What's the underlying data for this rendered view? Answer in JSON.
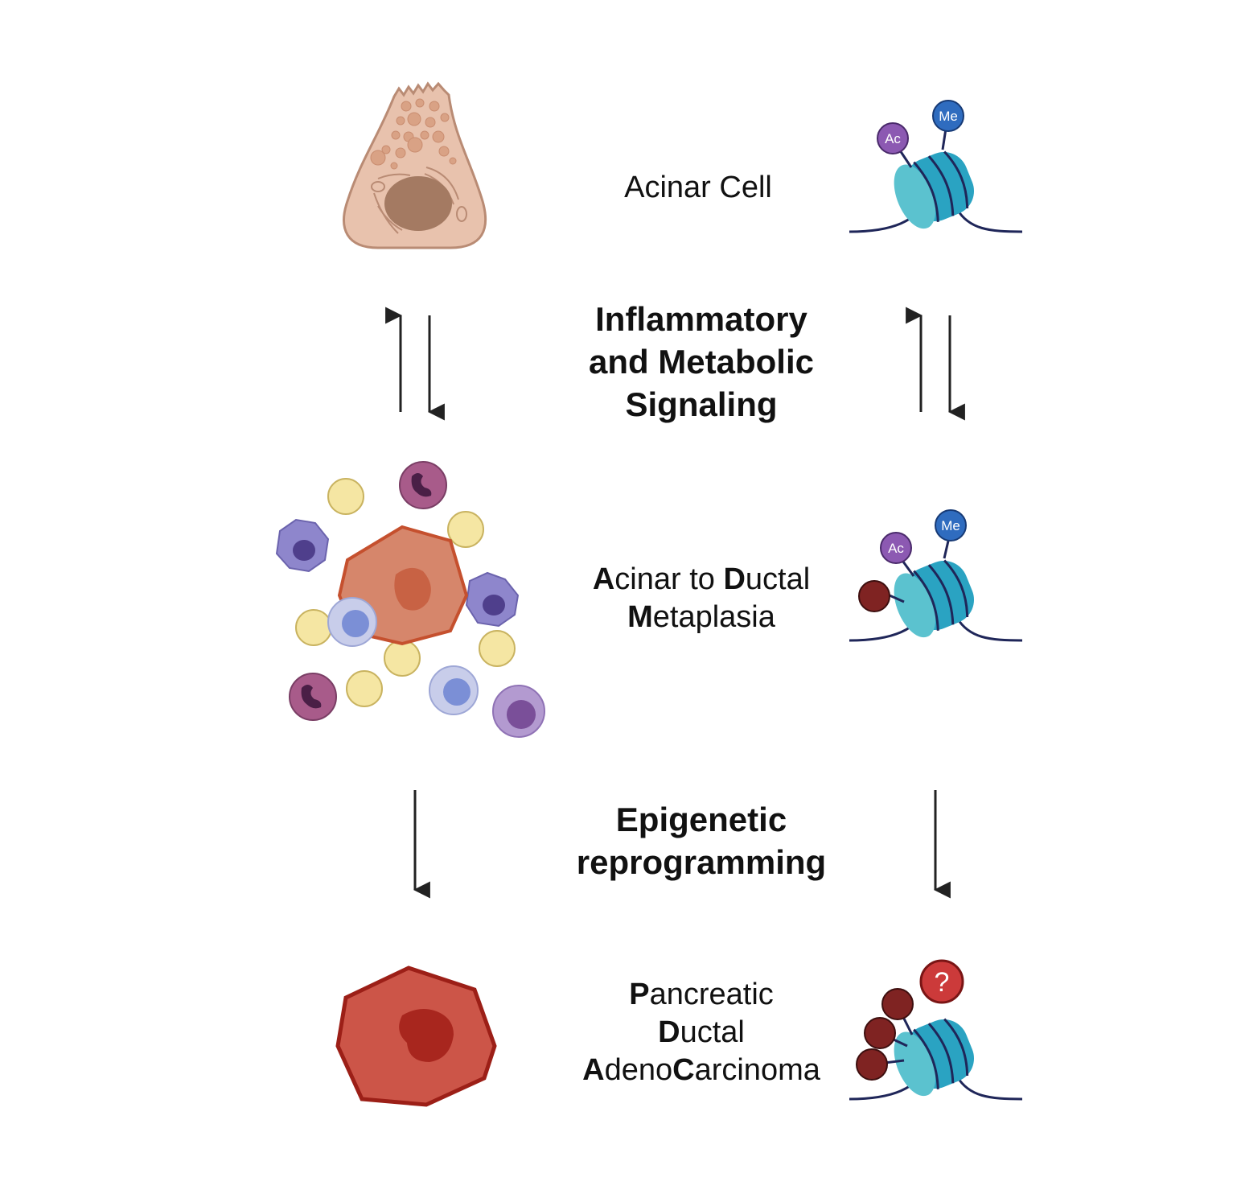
{
  "stages": [
    {
      "label": "Acinar Cell"
    },
    {
      "label_parts": [
        {
          "bold": "A",
          "rest": "cinar to "
        },
        {
          "bold": "D",
          "rest": "uctal"
        },
        {
          "bold": "M",
          "rest": "etaplasia"
        }
      ]
    },
    {
      "label_parts": [
        {
          "bold": "P",
          "rest": "ancreatic"
        },
        {
          "bold": "D",
          "rest": "uctal"
        },
        {
          "bold": "A",
          "rest": "deno"
        },
        {
          "bold": "C",
          "rest": "arcinoma"
        }
      ]
    }
  ],
  "transitions": [
    {
      "lines": [
        "Inflammatory",
        "and Metabolic",
        "Signaling"
      ],
      "direction": "bidirectional"
    },
    {
      "lines": [
        "Epigenetic",
        "reprogramming"
      ],
      "direction": "forward"
    }
  ],
  "histone_marks": {
    "acetyl": "Ac",
    "methyl": "Me",
    "unknown": "?"
  },
  "colors": {
    "acinar_cell": "#e8c2ad",
    "adm_cell": "#d6866b",
    "pdac_cell": "#cc5548",
    "nucleosome": "#5bc2cf",
    "acetyl_mark": "#8c59b2",
    "methyl_mark": "#2f6cbf",
    "dark_mark": "#7f2322",
    "unknown_mark": "#cc3a3a"
  }
}
